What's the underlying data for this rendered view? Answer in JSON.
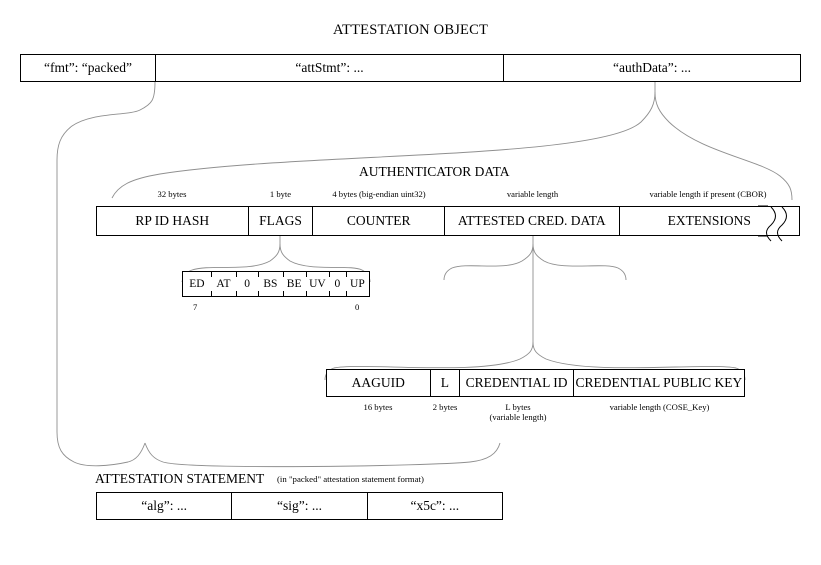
{
  "diagram": {
    "title": "ATTESTATION OBJECT",
    "background": "#ffffff",
    "line_color": "#000000",
    "connector_color": "#8a8a8a"
  },
  "attestation_object": {
    "fields": [
      {
        "label": "“fmt”: “packed”"
      },
      {
        "label": "“attStmt”: ..."
      },
      {
        "label": "“authData”: ..."
      }
    ]
  },
  "authenticator_data": {
    "heading": "AUTHENTICATOR DATA",
    "fields": [
      {
        "label": "RP ID HASH",
        "size": "32 bytes"
      },
      {
        "label": "FLAGS",
        "size": "1 byte"
      },
      {
        "label": "COUNTER",
        "size": "4 bytes (big-endian uint32)"
      },
      {
        "label": "ATTESTED CRED. DATA",
        "size": "variable length"
      },
      {
        "label": "EXTENSIONS",
        "size": "variable length if present (CBOR)"
      }
    ]
  },
  "flags": {
    "bits": [
      "ED",
      "AT",
      "0",
      "BS",
      "BE",
      "UV",
      "0",
      "UP"
    ],
    "msb_label": "7",
    "lsb_label": "0"
  },
  "attested_credential_data": {
    "fields": [
      {
        "label": "AAGUID",
        "size": "16 bytes"
      },
      {
        "label": "L",
        "size": "2 bytes"
      },
      {
        "label": "CREDENTIAL ID",
        "size": "L bytes",
        "size2": "(variable length)"
      },
      {
        "label": "CREDENTIAL PUBLIC KEY",
        "size": "variable length (COSE_Key)"
      }
    ]
  },
  "attestation_statement": {
    "heading": "ATTESTATION STATEMENT",
    "note": "(in \"packed\" attestation statement format)",
    "fields": [
      {
        "label": "“alg”: ..."
      },
      {
        "label": "“sig”: ..."
      },
      {
        "label": "“x5c”: ..."
      }
    ]
  }
}
